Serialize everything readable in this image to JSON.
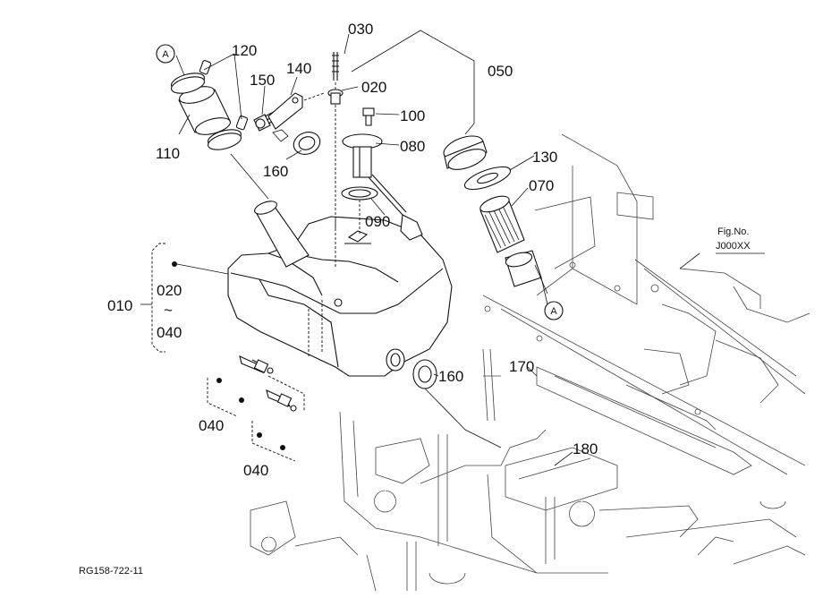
{
  "callouts": {
    "p030": "030",
    "p050": "050",
    "p120": "120",
    "p150": "150",
    "p140": "140",
    "p020": "020",
    "p100": "100",
    "p080": "080",
    "p110": "110",
    "p160a": "160",
    "p130": "130",
    "p070": "070",
    "p090": "090",
    "p010": "010",
    "p020r": "020",
    "p040r": "040",
    "p160b": "160",
    "p170": "170",
    "p180": "180",
    "p040a": "040",
    "p040b": "040"
  },
  "circle_refs": {
    "top": "A",
    "bottom": "A"
  },
  "range_mark": "~",
  "fig_ref": {
    "label": "Fig.No.",
    "code": "J000XX"
  },
  "caption": "RG158-722-11"
}
